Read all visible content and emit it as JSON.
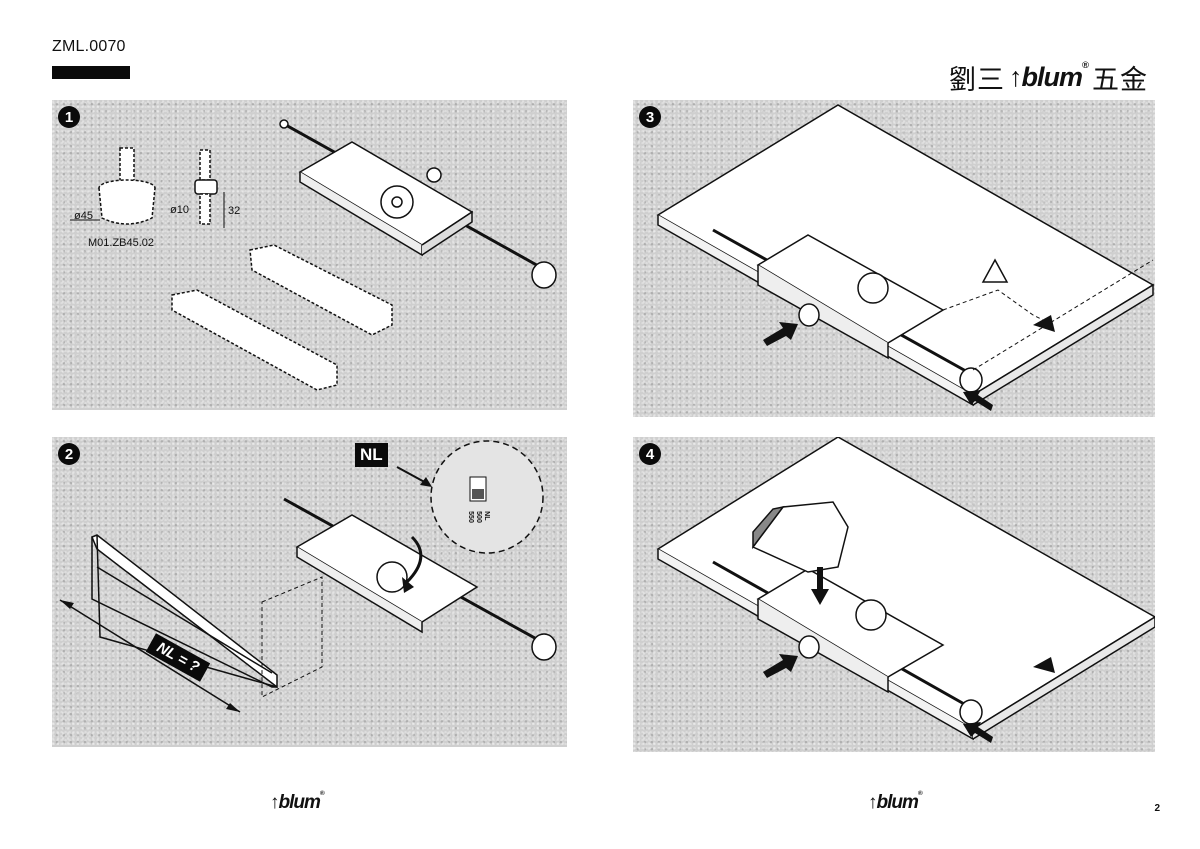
{
  "header": {
    "doc_code": "ZML.0070",
    "brand_cn_left": "劉三",
    "brand_logo": "blum",
    "brand_cn_right": "五金",
    "registered_mark": "®"
  },
  "steps": [
    {
      "number": "1",
      "labels": {
        "diameter_large": "ø45",
        "diameter_small": "ø10",
        "depth": "32",
        "part_code": "M01.ZB45.02"
      }
    },
    {
      "number": "2",
      "labels": {
        "nl_tag": "NL",
        "nl_question": "NL = ?",
        "scale_text": "NL\n500\n550"
      }
    },
    {
      "number": "3",
      "labels": {
        "warning_symbol": "⚠"
      }
    },
    {
      "number": "4",
      "labels": {}
    }
  ],
  "footer": {
    "logo_left": "blum",
    "logo_right": "blum",
    "page_number": "2"
  },
  "colors": {
    "ink": "#111111",
    "panel_bg": "#cfcfcf",
    "paper": "#ffffff"
  }
}
